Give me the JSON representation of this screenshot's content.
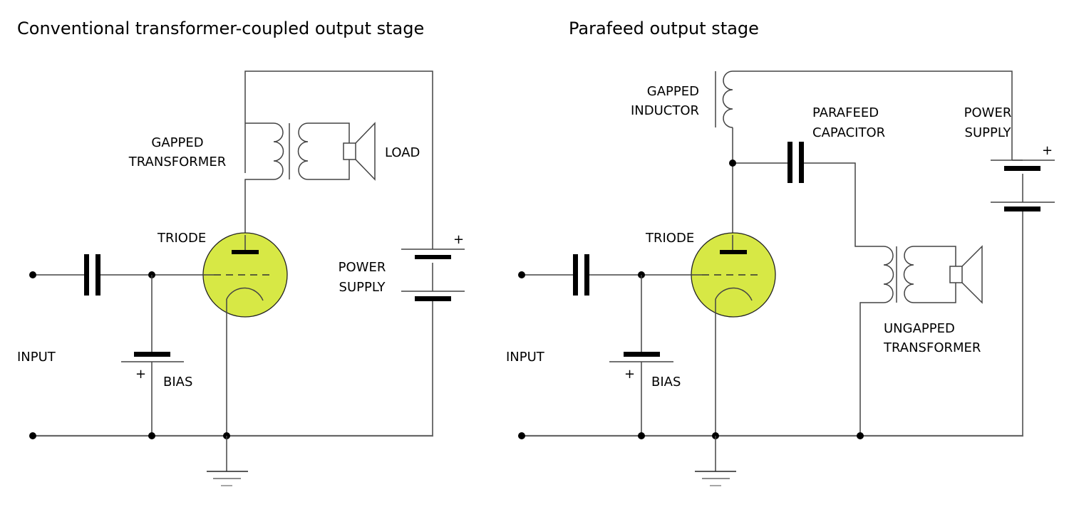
{
  "colors": {
    "tube_fill": "#d7e845",
    "wire": "#444444",
    "ground_rail": "#666666"
  },
  "left_diagram": {
    "title": "Conventional transformer-coupled output stage",
    "labels": {
      "transformer_line1": "GAPPED",
      "transformer_line2": "TRANSFORMER",
      "load": "LOAD",
      "triode": "TRIODE",
      "power_supply_line1": "POWER",
      "power_supply_line2": "SUPPLY",
      "input": "INPUT",
      "bias": "BIAS",
      "bias_plus": "+",
      "supply_plus": "+"
    }
  },
  "right_diagram": {
    "title": "Parafeed output stage",
    "labels": {
      "inductor_line1": "GAPPED",
      "inductor_line2": "INDUCTOR",
      "capacitor_line1": "PARAFEED",
      "capacitor_line2": "CAPACITOR",
      "power_supply_line1": "POWER",
      "power_supply_line2": "SUPPLY",
      "supply_plus": "+",
      "triode": "TRIODE",
      "input": "INPUT",
      "bias": "BIAS",
      "bias_plus": "+",
      "transformer_line1": "UNGAPPED",
      "transformer_line2": "TRANSFORMER"
    }
  }
}
